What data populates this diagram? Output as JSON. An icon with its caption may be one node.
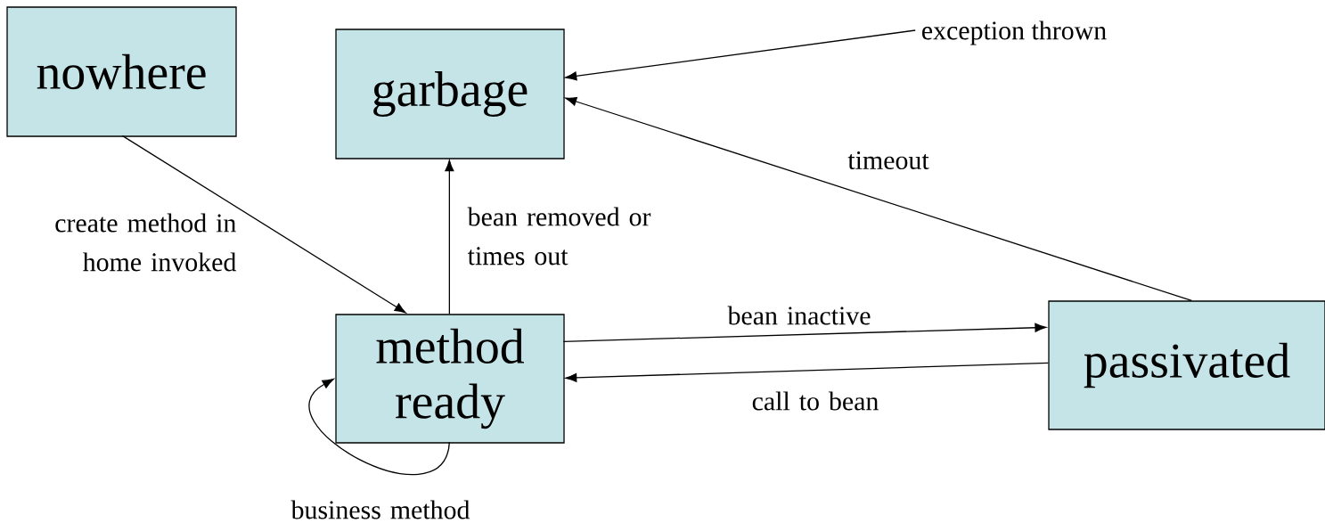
{
  "diagram": {
    "nodes": [
      {
        "text": [
          "nowhere"
        ]
      },
      {
        "text": [
          "garbage"
        ]
      },
      {
        "text": [
          "method ready"
        ]
      },
      {
        "text": [
          "passivated"
        ]
      },
      {
        "text": [
          "exception thrown"
        ]
      }
    ],
    "edges": [
      {
        "from": 0,
        "to": 2,
        "arrow": "to",
        "label": "create method in home invoked"
      },
      {
        "from": 2,
        "to": 1,
        "arrow": "to",
        "label": "bean removed or times out"
      },
      {
        "from": 3,
        "to": 1,
        "arrow": "to",
        "label": "timeout"
      },
      {
        "from": 4,
        "to": 1,
        "arrow": "to"
      },
      {
        "from": 2,
        "to": 3,
        "arrow": "to",
        "label": "bean inactive"
      },
      {
        "from": 3,
        "to": 2,
        "arrow": "to",
        "label": "call to bean"
      },
      {
        "from": 2,
        "to": 2,
        "arrow": "to",
        "label": "business method"
      }
    ]
  }
}
